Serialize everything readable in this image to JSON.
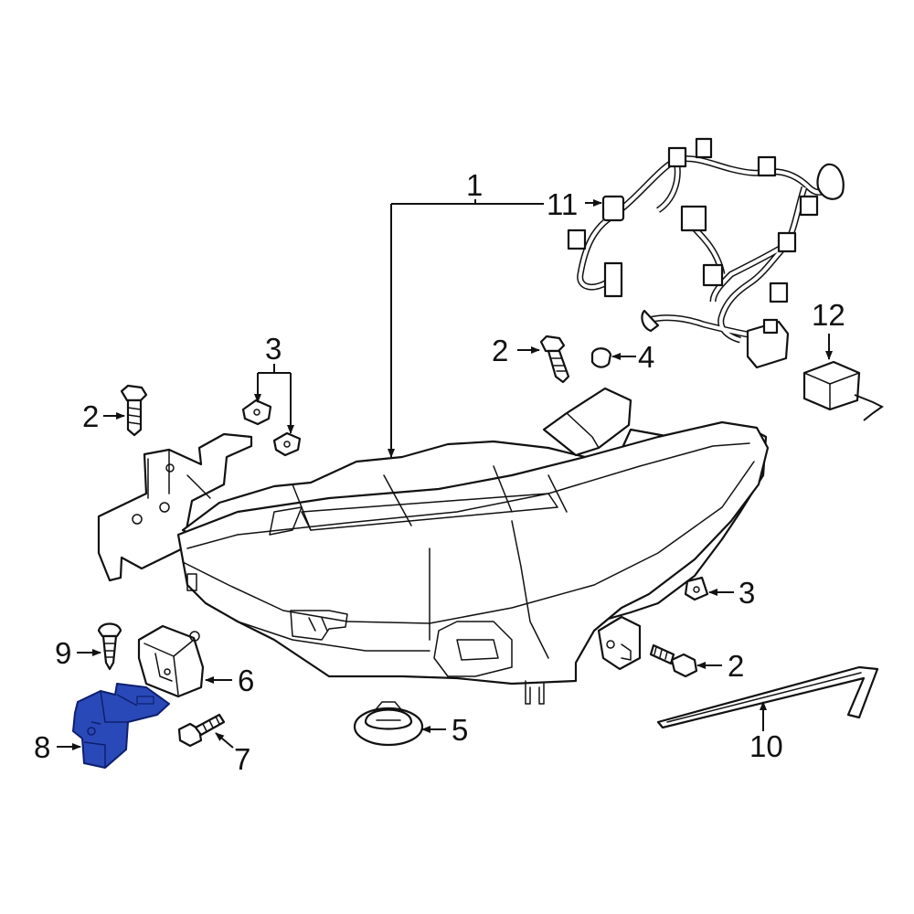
{
  "diagram": {
    "callouts": [
      {
        "id": "c1",
        "text": "1"
      },
      {
        "id": "c11",
        "text": "11"
      },
      {
        "id": "c3a",
        "text": "3"
      },
      {
        "id": "c2a",
        "text": "2"
      },
      {
        "id": "c2b",
        "text": "2"
      },
      {
        "id": "c4",
        "text": "4"
      },
      {
        "id": "c12",
        "text": "12"
      },
      {
        "id": "c3b",
        "text": "3"
      },
      {
        "id": "c2c",
        "text": "2"
      },
      {
        "id": "c9",
        "text": "9"
      },
      {
        "id": "c6",
        "text": "6"
      },
      {
        "id": "c5",
        "text": "5"
      },
      {
        "id": "c10",
        "text": "10"
      },
      {
        "id": "c8",
        "text": "8"
      },
      {
        "id": "c7",
        "text": "7"
      }
    ],
    "colors": {
      "line": "#111111",
      "background": "#ffffff",
      "highlight_fill": "#2a49b8",
      "highlight_stroke": "#0d1f6e"
    },
    "highlighted_part": "8"
  }
}
